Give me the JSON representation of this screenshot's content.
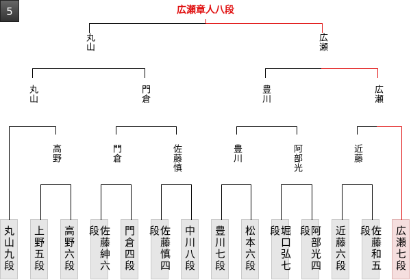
{
  "badge": "5",
  "title": "広瀬章人八段",
  "players": [
    "丸山九段",
    "上野五段",
    "高野六段",
    "佐藤紳六段",
    "門倉四段",
    "佐藤慎四段",
    "中川八段",
    "豊川七段",
    "松本六段",
    "堀口弘七段",
    "阿部光四段",
    "近藤六段",
    "佐藤和五段",
    "広瀬七段"
  ],
  "round2": [
    "高野",
    "門倉",
    "佐藤慎",
    "豊川",
    "阿部光",
    "近藤"
  ],
  "round3": [
    "丸山",
    "門倉",
    "豊川",
    "広瀬"
  ],
  "final": [
    "丸山",
    "広瀬"
  ],
  "colors": {
    "winner": "#e01010",
    "box": "#e6e6e6",
    "winner_box": "#f5dede"
  }
}
